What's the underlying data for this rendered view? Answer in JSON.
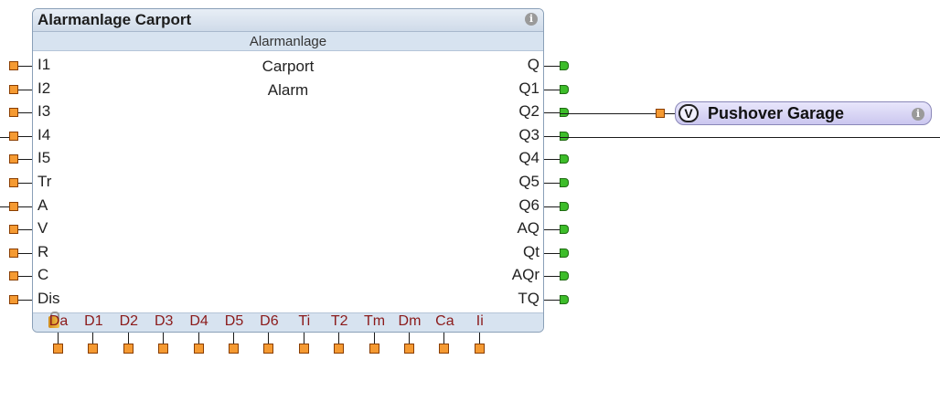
{
  "block": {
    "title": "Alarmanlage Carport",
    "type": "Alarmanlage",
    "center_lines": [
      "Carport",
      "Alarm"
    ],
    "inputs": [
      "I1",
      "I2",
      "I3",
      "I4",
      "I5",
      "Tr",
      "A",
      "V",
      "R",
      "C",
      "Dis"
    ],
    "outputs": [
      "Q",
      "Q1",
      "Q2",
      "Q3",
      "Q4",
      "Q5",
      "Q6",
      "AQ",
      "Qt",
      "AQr",
      "TQ"
    ],
    "parameters": [
      "Da",
      "D1",
      "D2",
      "D3",
      "D4",
      "D5",
      "D6",
      "Ti",
      "T2",
      "Tm",
      "Dm",
      "Ca",
      "Ii"
    ],
    "info_icon": "info-icon",
    "lock_icon": "lock-icon"
  },
  "pushover": {
    "badge": "V",
    "label": "Pushover Garage",
    "info_icon": "info-icon"
  },
  "colors": {
    "input_pin": "#f59a32",
    "output_pin": "#3dbd2a",
    "parameter_text": "#8b1a1a",
    "pushover_fill": "#cbc7ef"
  }
}
